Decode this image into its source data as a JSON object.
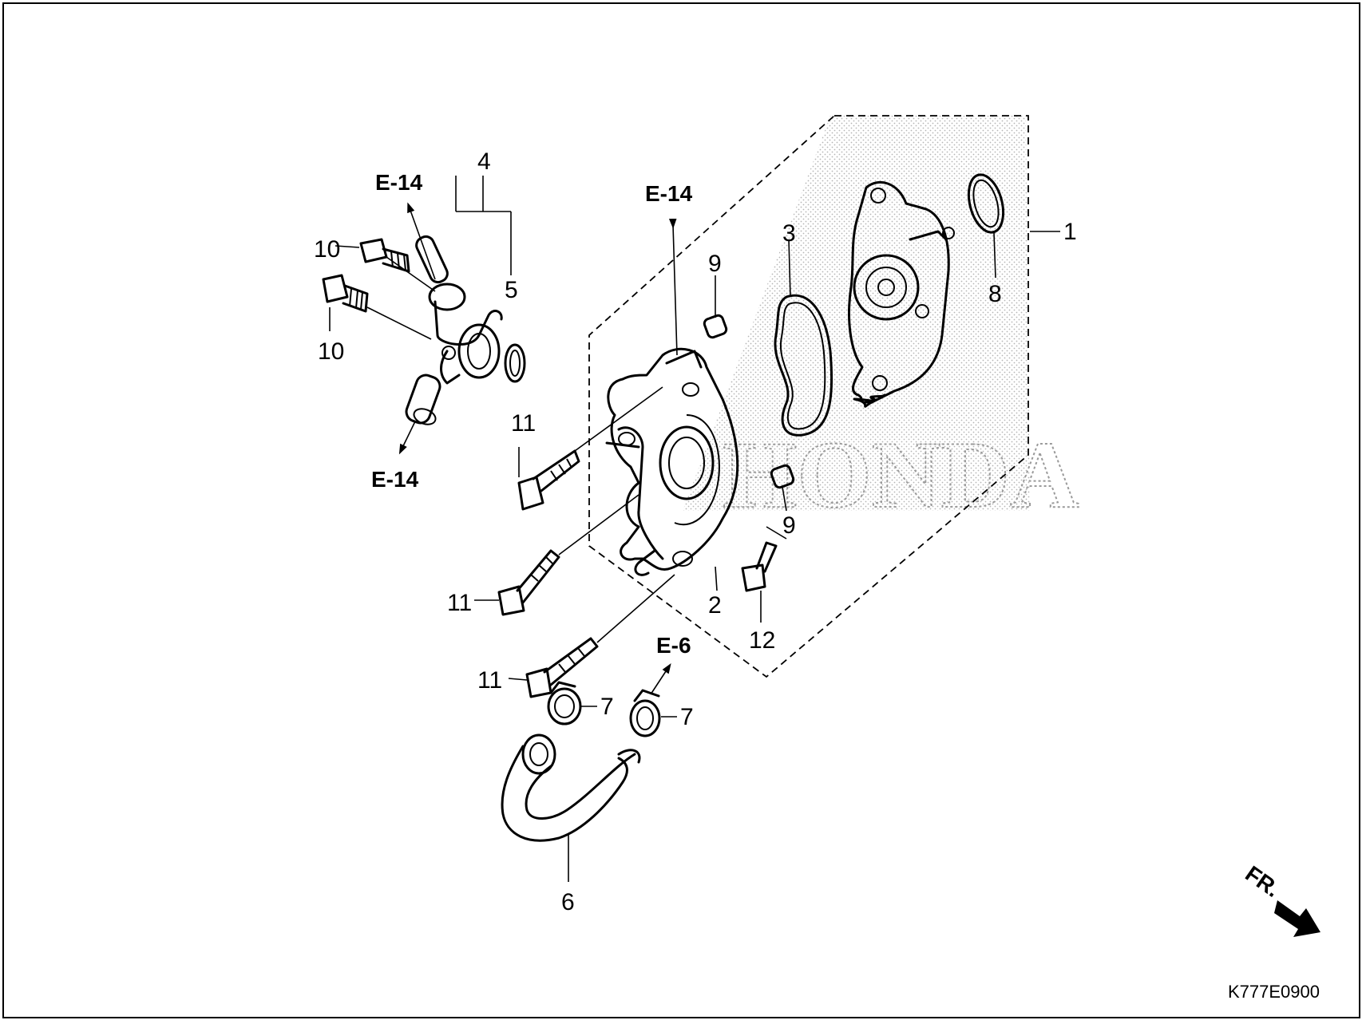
{
  "watermark": "HONDA",
  "diagram_code": "K777E0900",
  "front_indicator": "FR.",
  "part_numbers": {
    "p1": "1",
    "p2": "2",
    "p3": "3",
    "p4": "4",
    "p5": "5",
    "p6": "6",
    "p7a": "7",
    "p7b": "7",
    "p8": "8",
    "p9a": "9",
    "p9b": "9",
    "p10a": "10",
    "p10b": "10",
    "p11a": "11",
    "p11b": "11",
    "p11c": "11",
    "p12": "12"
  },
  "references": {
    "e14_top_left": "E-14",
    "e14_bottom_left": "E-14",
    "e14_center": "E-14",
    "e6": "E-6"
  }
}
